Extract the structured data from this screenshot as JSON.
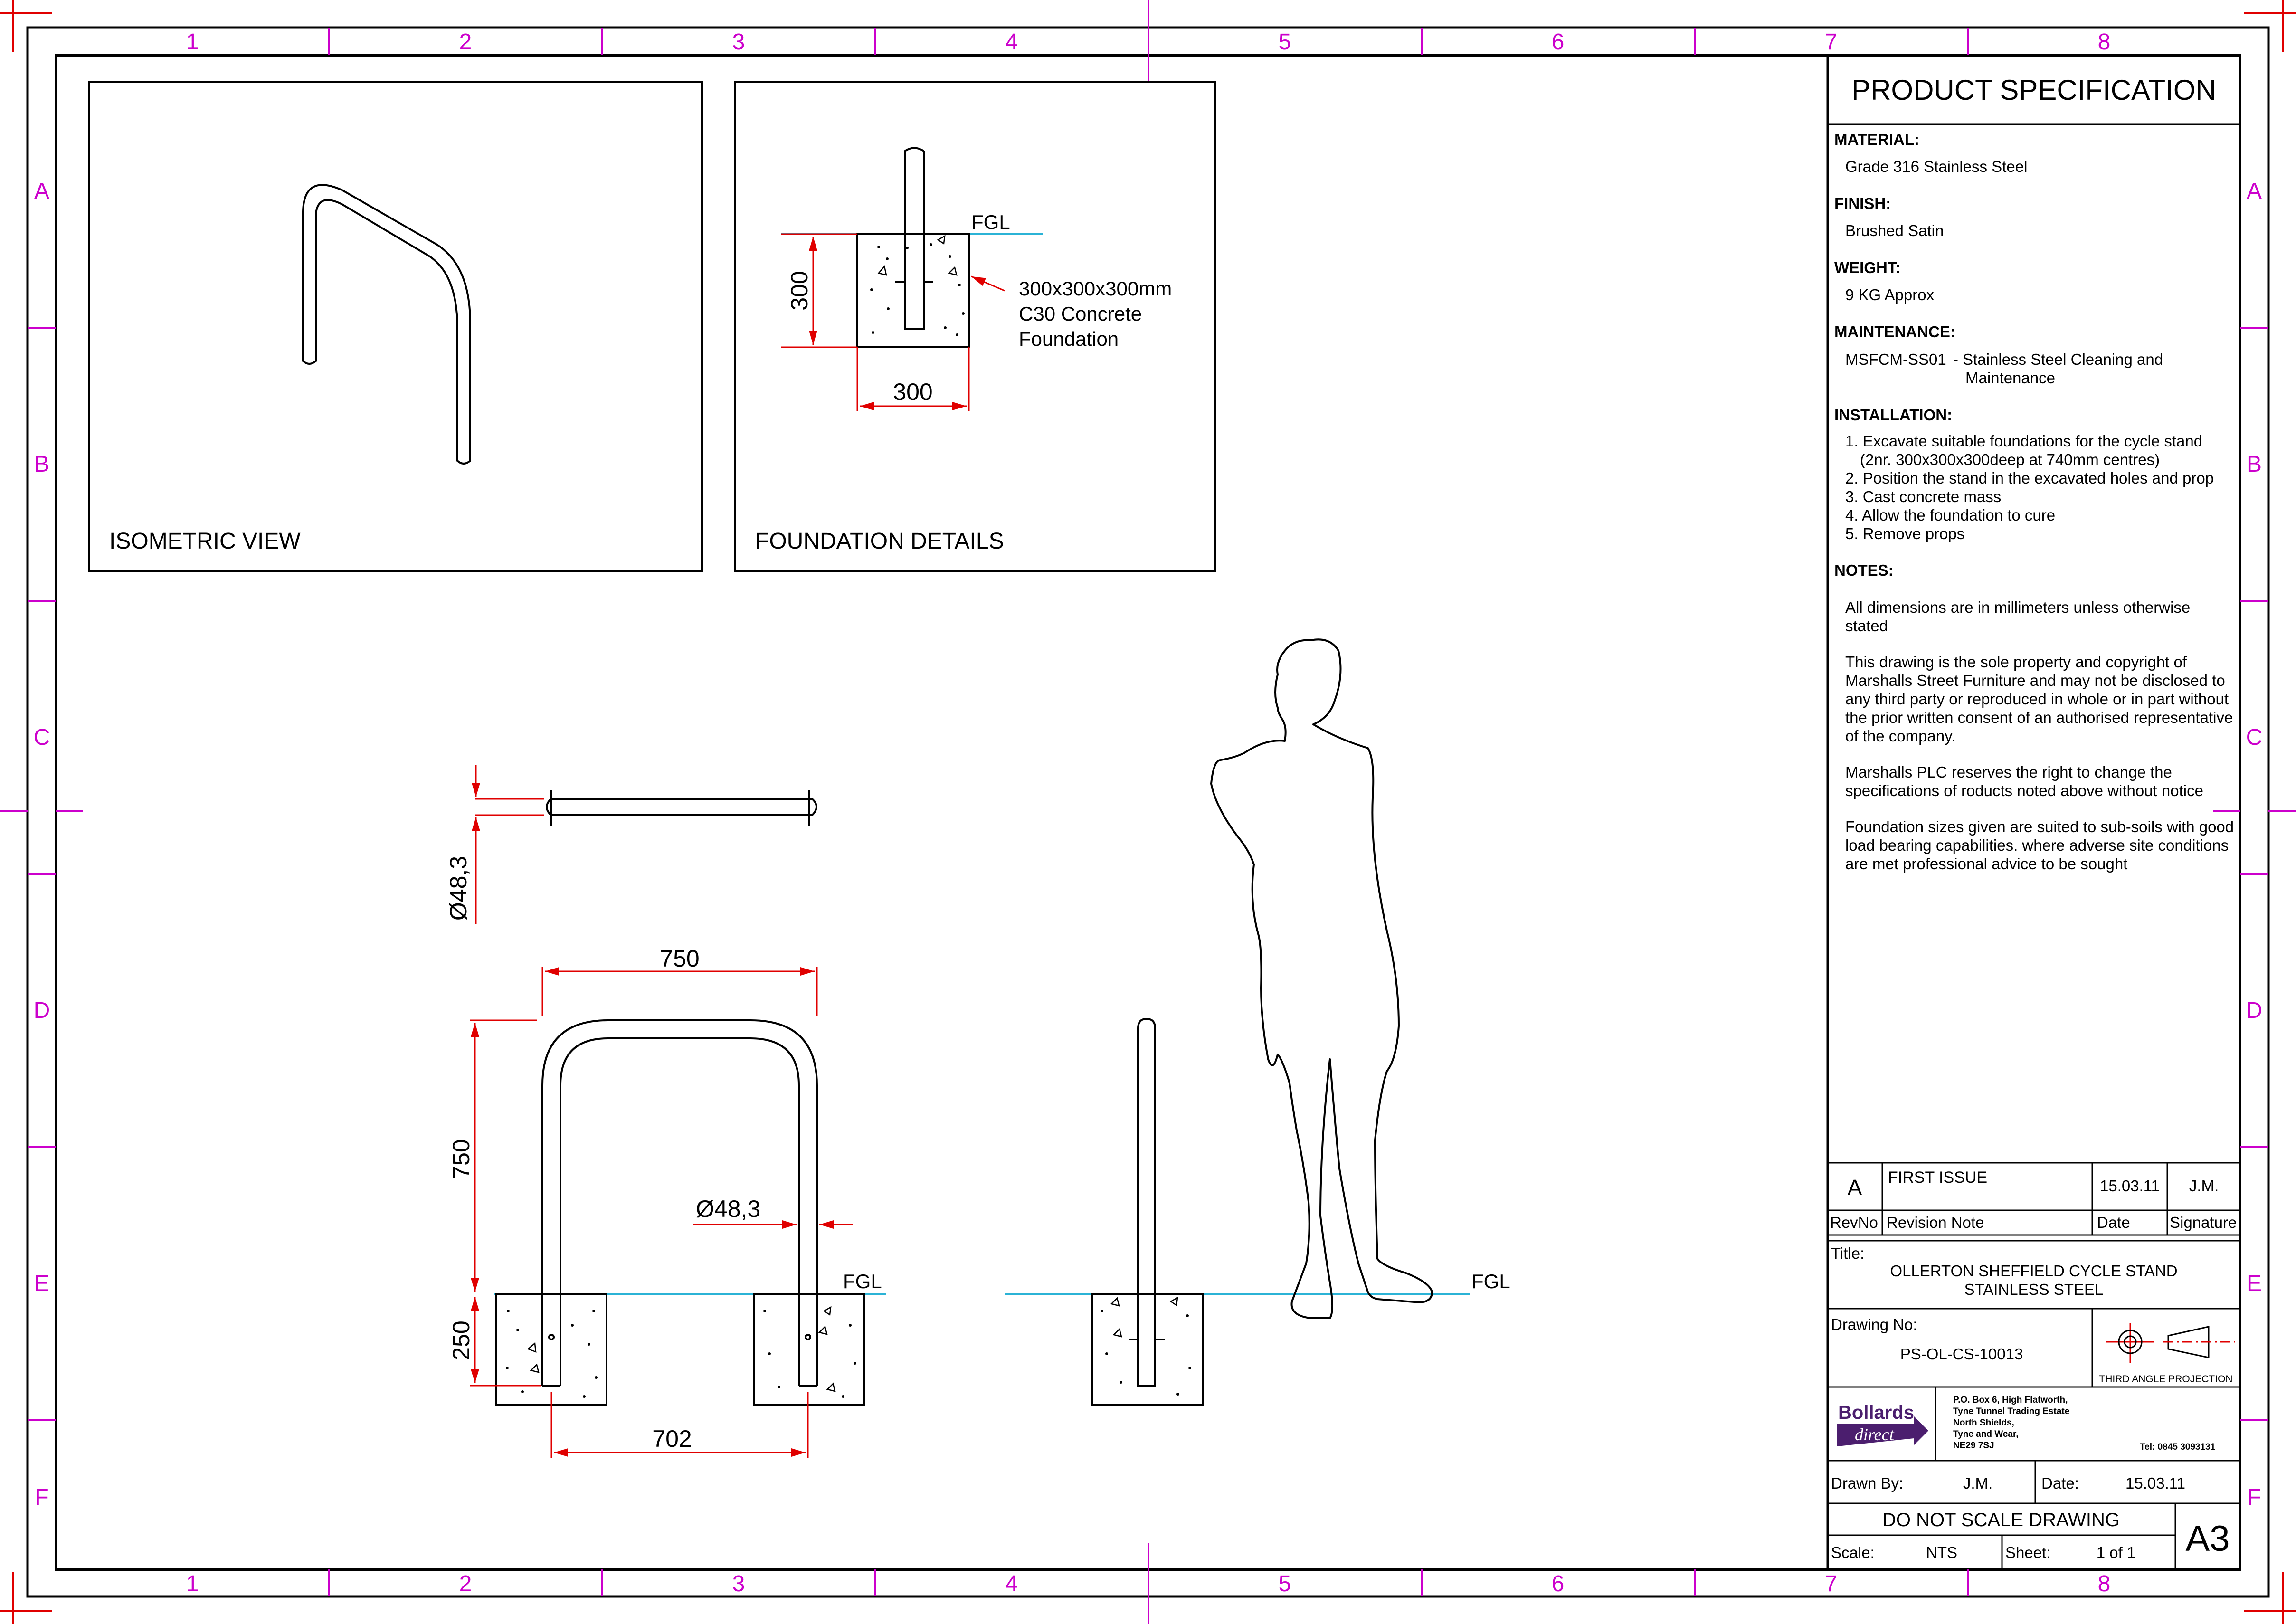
{
  "border": {
    "columns": [
      "1",
      "2",
      "3",
      "4",
      "5",
      "6",
      "7",
      "8"
    ],
    "rows": [
      "A",
      "B",
      "C",
      "D",
      "E",
      "F"
    ],
    "grid_color": "#cc00cc"
  },
  "views": {
    "isometric_label": "ISOMETRIC VIEW",
    "foundation_label": "FOUNDATION DETAILS",
    "foundation_callout": [
      "300x300x300mm",
      "C30 Concrete",
      "Foundation"
    ],
    "fgl": "FGL",
    "dim_300_vertical": "300",
    "dim_300_horizontal": "300"
  },
  "elevation": {
    "plan_diameter": "Ø48,3",
    "width": "750",
    "height": "750",
    "tube_diameter": "Ø48,3",
    "foundation_depth": "250",
    "centres": "702",
    "fgl": "FGL",
    "side_fgl": "FGL"
  },
  "spec": {
    "heading": "PRODUCT SPECIFICATION",
    "material_label": "MATERIAL:",
    "material": "Grade 316 Stainless Steel",
    "finish_label": "FINISH:",
    "finish": "Brushed Satin",
    "weight_label": "WEIGHT:",
    "weight": "9 KG Approx",
    "maintenance_label": "MAINTENANCE:",
    "maintenance_code": "MSFCM-SS01",
    "maintenance_desc_1": "- Stainless Steel Cleaning and",
    "maintenance_desc_2": "Maintenance",
    "installation_label": "INSTALLATION:",
    "installation": [
      "1. Excavate suitable foundations for the cycle stand",
      "(2nr. 300x300x300deep at 740mm centres)",
      "2. Position the stand in the excavated holes and prop",
      "3. Cast concrete mass",
      "4. Allow the foundation to cure",
      "5. Remove props"
    ],
    "notes_label": "NOTES:",
    "notes": [
      "All dimensions are in millimeters unless otherwise",
      "stated",
      "This drawing is the sole property and copyright of",
      "Marshalls Street Furniture and may not be disclosed to",
      "any third party or reproduced in whole or in part without",
      "the prior written consent of an authorised representative",
      "of the company.",
      "Marshalls PLC reserves the right to change the",
      "specifications of roducts noted above without notice",
      "Foundation sizes given are suited to sub-soils with good",
      "load bearing capabilities. where adverse site conditions",
      "are met professional advice to be sought"
    ]
  },
  "revision": {
    "rev": "A",
    "note": "FIRST ISSUE",
    "date": "15.03.11",
    "signature": "J.M.",
    "h_revno": "RevNo",
    "h_note": "Revision Note",
    "h_date": "Date",
    "h_signature": "Signature"
  },
  "title_block": {
    "title_label": "Title:",
    "title_1": "OLLERTON SHEFFIELD CYCLE STAND",
    "title_2": "STAINLESS STEEL",
    "drawing_no_label": "Drawing No:",
    "drawing_no": "PS-OL-CS-10013",
    "projection": "THIRD ANGLE PROJECTION",
    "logo_1": "Bollards",
    "logo_2": "direct",
    "logo_color": "#4b1e6e",
    "address": [
      "P.O. Box 6, High Flatworth,",
      "Tyne Tunnel Trading Estate",
      "North Shields,",
      "Tyne and Wear,",
      "NE29 7SJ"
    ],
    "tel": "Tel:  0845 3093131",
    "drawn_by_label": "Drawn By:",
    "drawn_by": "J.M.",
    "date_label": "Date:",
    "date": "15.03.11",
    "do_not_scale": "DO NOT SCALE DRAWING",
    "scale_label": "Scale:",
    "scale": "NTS",
    "sheet_label": "Sheet:",
    "sheet": "1 of 1",
    "size": "A3"
  }
}
